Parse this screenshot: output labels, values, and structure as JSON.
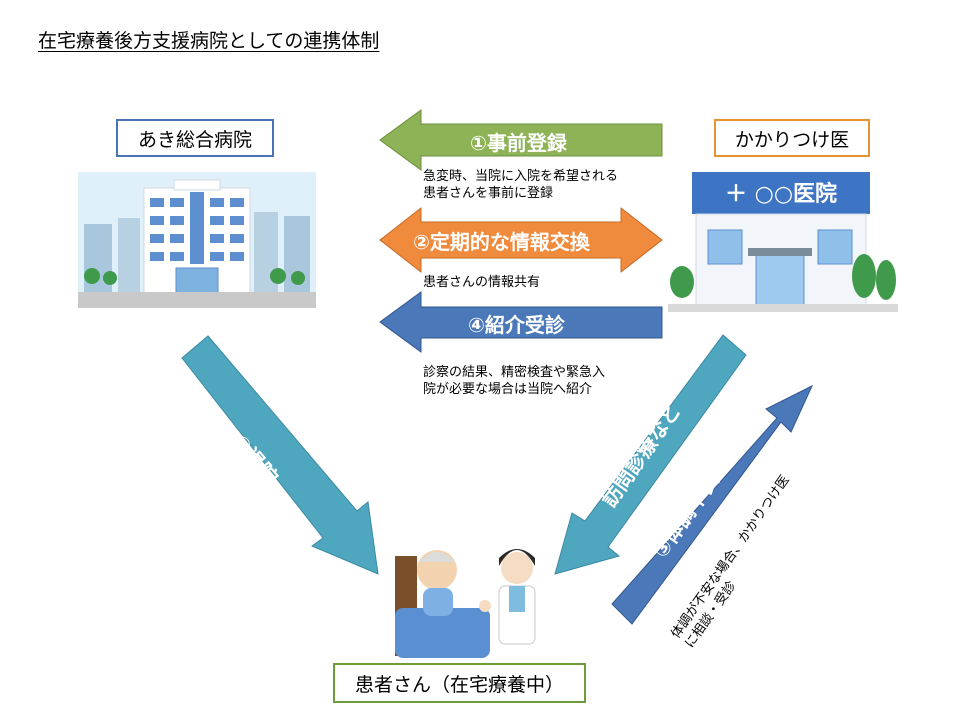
{
  "title": "在宅療養後方支援病院としての連携体制",
  "nodes": {
    "hospital": "あき総合病院",
    "clinic": "かかりつけ医",
    "clinic_sign": "＋ ○○医院",
    "patient": "患者さん（在宅療養中）"
  },
  "arrows": {
    "registration": "①事前登録",
    "info_exchange": "②定期的な情報交換",
    "consult": "③体調不良時",
    "referral": "④紹介受診",
    "discharge": "⑤退院",
    "home_visit": "訪問診療など"
  },
  "notes": {
    "registration_line1": "急変時、当院に入院を希望される",
    "registration_line2": "患者さんを事前に登録",
    "info_exchange": "患者さんの情報共有",
    "referral_line1": "診察の結果、精密検査や緊急入",
    "referral_line2": "院が必要な場合は当院へ紹介",
    "consult_line1": "体調が不安な場合、かかりつけ医",
    "consult_line2": "に相談・受診"
  },
  "colors": {
    "green_arrow": "#8db356",
    "orange_arrow": "#f08a3c",
    "blue_arrow": "#4a78b8",
    "teal_arrow": "#4ea6bf",
    "hospital_border": "#4a73b4",
    "clinic_border": "#e8932f",
    "patient_border": "#6f9c3b"
  }
}
